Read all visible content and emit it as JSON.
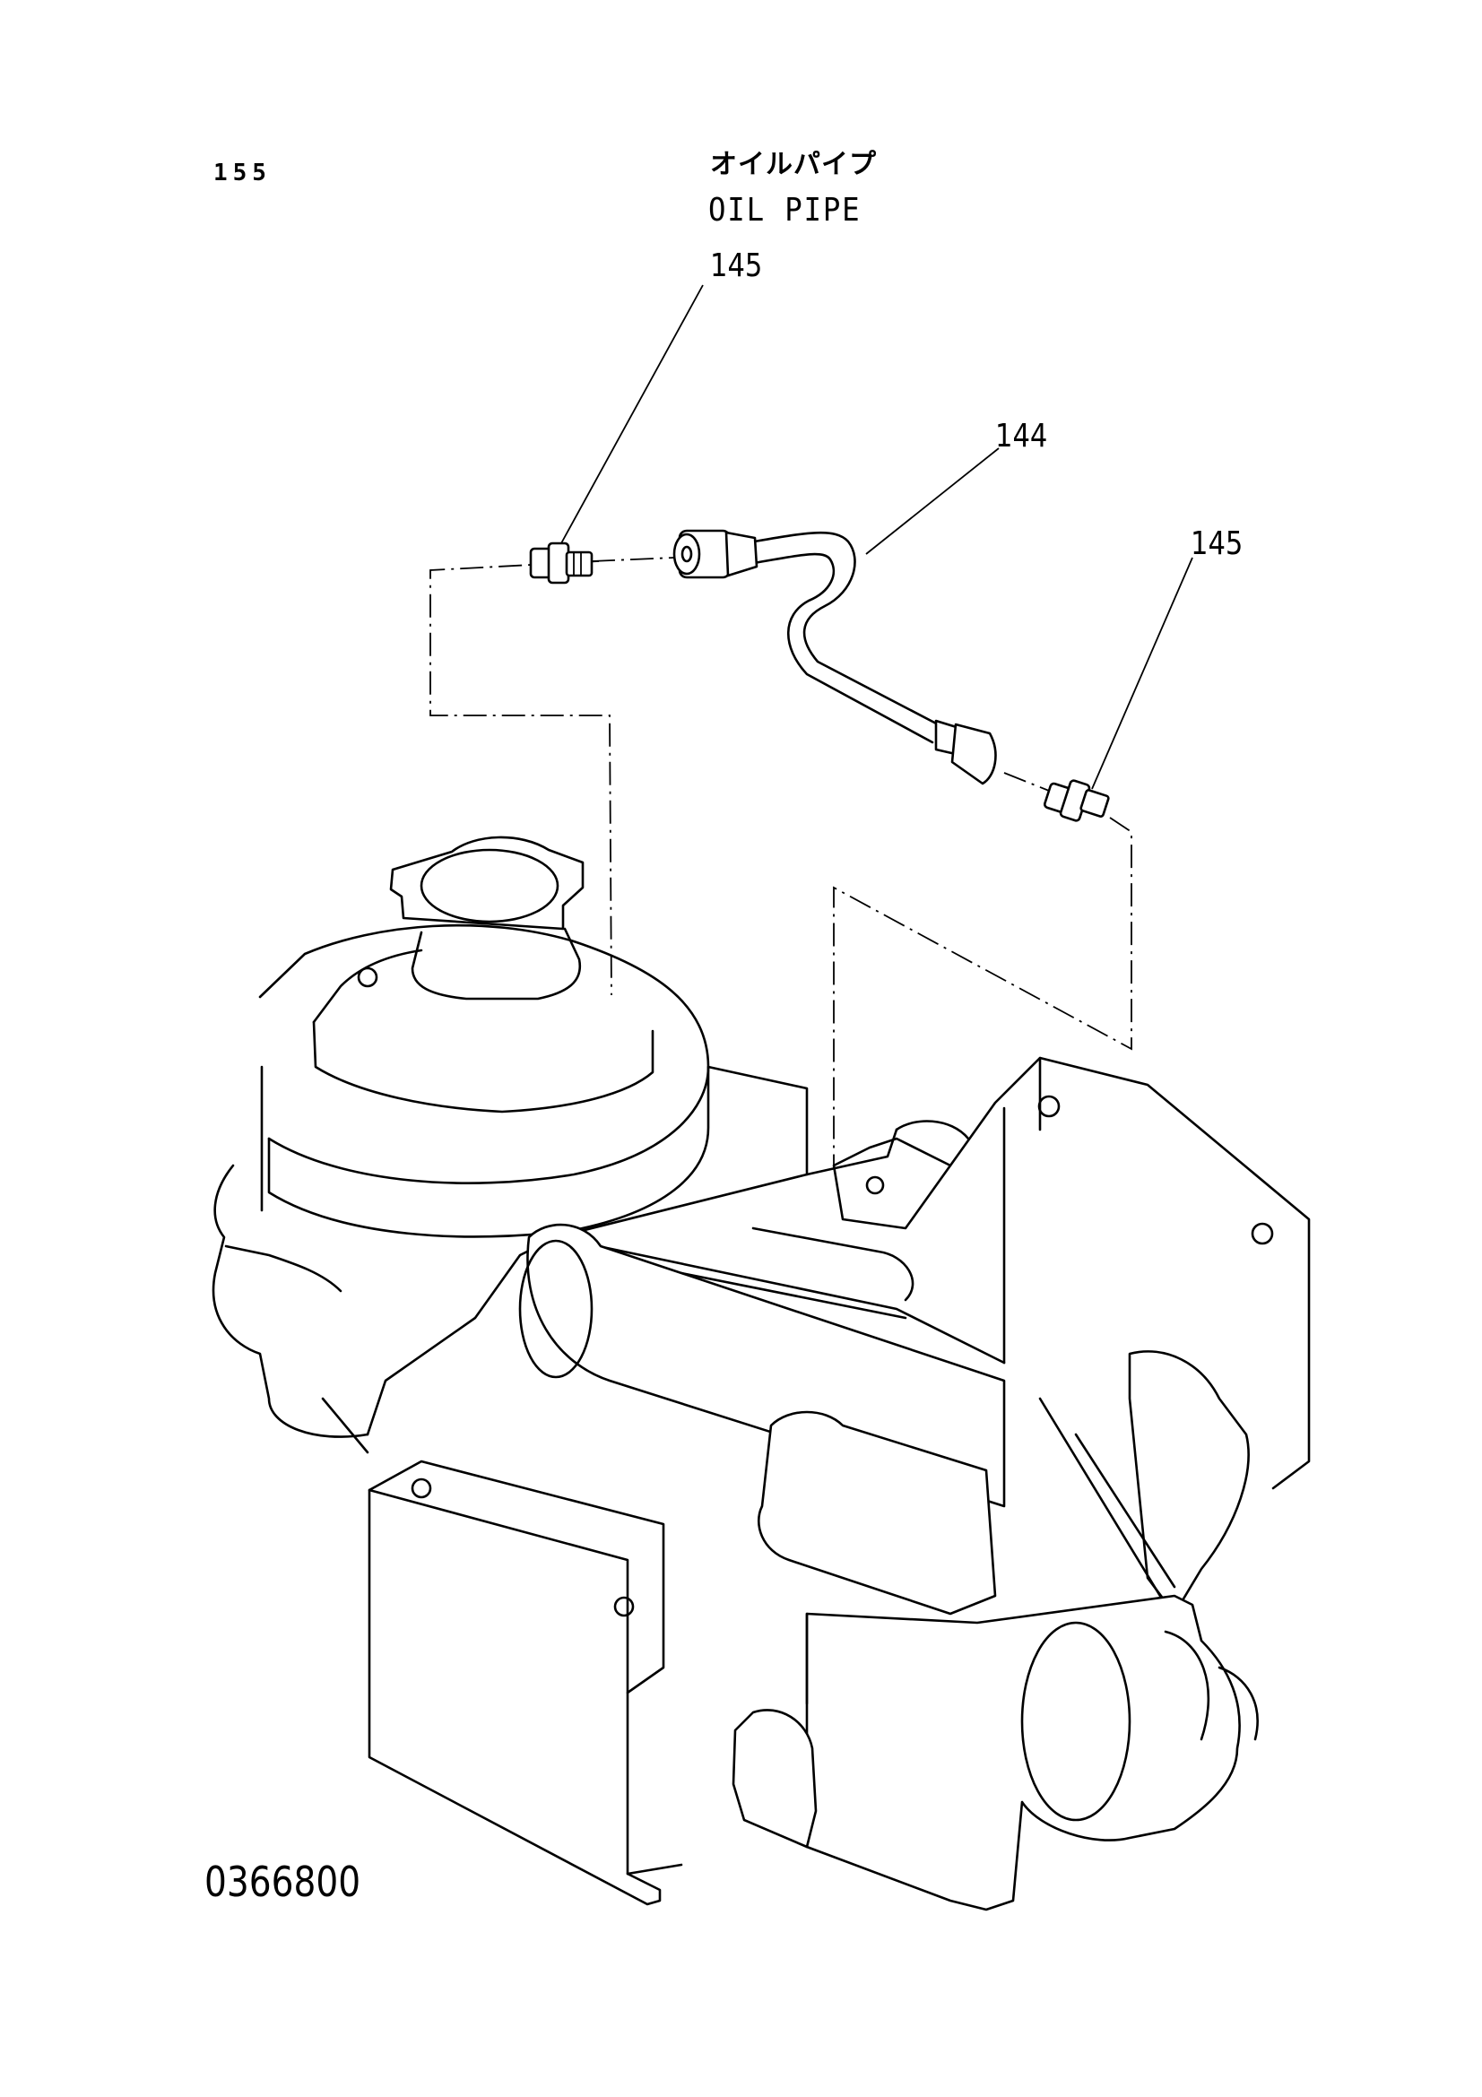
{
  "page_number": "155",
  "title_jp": "オイルパイプ",
  "title_en": "OIL PIPE",
  "callouts": [
    {
      "label": "145",
      "part": "fitting"
    },
    {
      "label": "144",
      "part": "oil-pipe"
    },
    {
      "label": "145",
      "part": "fitting"
    }
  ],
  "drawing_number": "0366800"
}
